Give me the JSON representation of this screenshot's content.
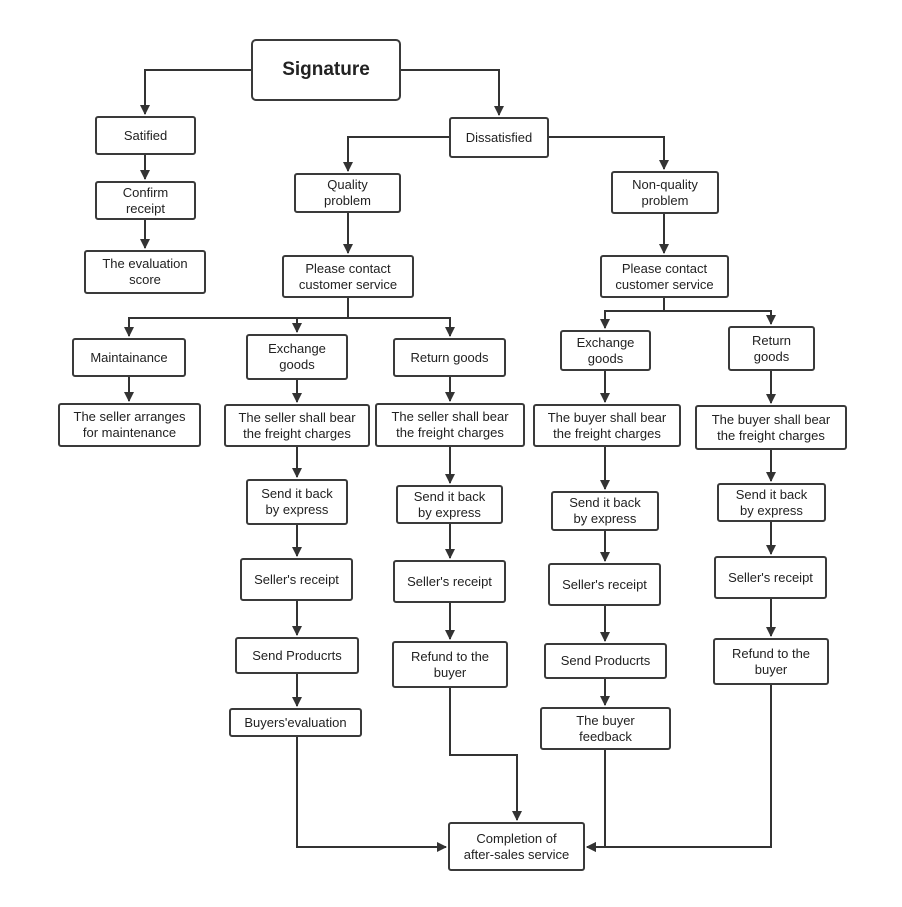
{
  "colors": {
    "line": "#333333",
    "border": "#3a3a3a",
    "text": "#222222",
    "background": "#ffffff"
  },
  "nodes": {
    "signature": "Signature",
    "satisfied": "Satified",
    "confirm_receipt": "Confirm\nreceipt",
    "evaluation_score": "The evaluation\nscore",
    "dissatisfied": "Dissatisfied",
    "quality_problem": "Quality\nproblem",
    "non_quality_problem": "Non-quality\nproblem",
    "contact_cs_quality": "Please contact\ncustomer service",
    "contact_cs_nonquality": "Please contact\ncustomer service",
    "maintainance": "Maintainance",
    "seller_arranges_maintenance": "The seller arranges\nfor maintenance",
    "q_exchange_goods": "Exchange\ngoods",
    "q_exchange_freight": "The seller shall bear\nthe freight charges",
    "q_exchange_send_back": "Send it back\nby express",
    "q_exchange_sellers_receipt": "Seller's receipt",
    "q_exchange_send_products": "Send Producrts",
    "q_exchange_buyers_evaluation": "Buyers'evaluation",
    "q_return_goods": "Return goods",
    "q_return_freight": "The seller shall bear\nthe freight charges",
    "q_return_send_back": "Send it back\nby express",
    "q_return_sellers_receipt": "Seller's receipt",
    "q_return_refund": "Refund to the\nbuyer",
    "n_exchange_goods": "Exchange\ngoods",
    "n_exchange_freight": "The buyer shall bear\nthe freight charges",
    "n_exchange_send_back": "Send it back\nby express",
    "n_exchange_sellers_receipt": "Seller's receipt",
    "n_exchange_send_products": "Send Producrts",
    "n_exchange_buyer_feedback": "The buyer\nfeedback",
    "n_return_goods": "Return\ngoods",
    "n_return_freight": "The buyer shall bear\nthe freight charges",
    "n_return_send_back": "Send it back\nby express",
    "n_return_sellers_receipt": "Seller's receipt",
    "n_return_refund": "Refund to the\nbuyer",
    "completion": "Completion of\nafter-sales service"
  },
  "edges": [
    [
      "signature",
      "satisfied"
    ],
    [
      "signature",
      "dissatisfied"
    ],
    [
      "satisfied",
      "confirm_receipt"
    ],
    [
      "confirm_receipt",
      "evaluation_score"
    ],
    [
      "dissatisfied",
      "quality_problem"
    ],
    [
      "dissatisfied",
      "non_quality_problem"
    ],
    [
      "quality_problem",
      "contact_cs_quality"
    ],
    [
      "non_quality_problem",
      "contact_cs_nonquality"
    ],
    [
      "contact_cs_quality",
      "maintainance"
    ],
    [
      "contact_cs_quality",
      "q_exchange_goods"
    ],
    [
      "contact_cs_quality",
      "q_return_goods"
    ],
    [
      "maintainance",
      "seller_arranges_maintenance"
    ],
    [
      "q_exchange_goods",
      "q_exchange_freight"
    ],
    [
      "q_exchange_freight",
      "q_exchange_send_back"
    ],
    [
      "q_exchange_send_back",
      "q_exchange_sellers_receipt"
    ],
    [
      "q_exchange_sellers_receipt",
      "q_exchange_send_products"
    ],
    [
      "q_exchange_send_products",
      "q_exchange_buyers_evaluation"
    ],
    [
      "q_return_goods",
      "q_return_freight"
    ],
    [
      "q_return_freight",
      "q_return_send_back"
    ],
    [
      "q_return_send_back",
      "q_return_sellers_receipt"
    ],
    [
      "q_return_sellers_receipt",
      "q_return_refund"
    ],
    [
      "contact_cs_nonquality",
      "n_exchange_goods"
    ],
    [
      "contact_cs_nonquality",
      "n_return_goods"
    ],
    [
      "n_exchange_goods",
      "n_exchange_freight"
    ],
    [
      "n_exchange_freight",
      "n_exchange_send_back"
    ],
    [
      "n_exchange_send_back",
      "n_exchange_sellers_receipt"
    ],
    [
      "n_exchange_sellers_receipt",
      "n_exchange_send_products"
    ],
    [
      "n_exchange_send_products",
      "n_exchange_buyer_feedback"
    ],
    [
      "n_return_goods",
      "n_return_freight"
    ],
    [
      "n_return_freight",
      "n_return_send_back"
    ],
    [
      "n_return_send_back",
      "n_return_sellers_receipt"
    ],
    [
      "n_return_sellers_receipt",
      "n_return_refund"
    ],
    [
      "q_exchange_buyers_evaluation",
      "completion"
    ],
    [
      "q_return_refund",
      "completion"
    ],
    [
      "n_exchange_buyer_feedback",
      "completion"
    ],
    [
      "n_return_refund",
      "completion"
    ]
  ]
}
